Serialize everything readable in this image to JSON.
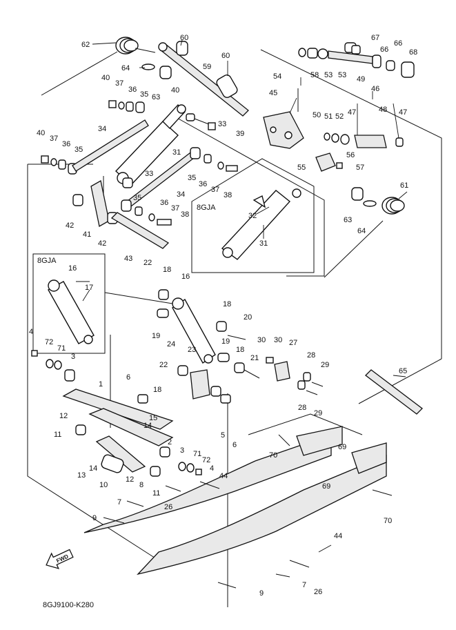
{
  "diagram": {
    "drawing_code": "8GJ9100-K280",
    "fwd_label": "FWD",
    "variant_label": "8GJA",
    "callouts": [
      "62",
      "60",
      "64",
      "63",
      "59",
      "60",
      "40",
      "37",
      "36",
      "35",
      "40",
      "34",
      "40",
      "37",
      "36",
      "35",
      "33",
      "39",
      "31",
      "33",
      "35",
      "36",
      "37",
      "38",
      "34",
      "35",
      "36",
      "37",
      "38",
      "42",
      "41",
      "42",
      "43",
      "67",
      "66",
      "66",
      "68",
      "58",
      "53",
      "53",
      "49",
      "54",
      "45",
      "50",
      "51",
      "52",
      "46",
      "47",
      "48",
      "47",
      "56",
      "55",
      "57",
      "61",
      "63",
      "64",
      "32",
      "31",
      "22",
      "18",
      "16",
      "16",
      "17",
      "18",
      "20",
      "19",
      "19",
      "18",
      "21",
      "4",
      "72",
      "71",
      "3",
      "24",
      "23",
      "22",
      "18",
      "30",
      "30",
      "27",
      "28",
      "29",
      "28",
      "29",
      "6",
      "1",
      "15",
      "14",
      "12",
      "11",
      "5",
      "6",
      "2",
      "3",
      "71",
      "72",
      "4",
      "44",
      "14",
      "13",
      "12",
      "10",
      "8",
      "11",
      "26",
      "7",
      "9",
      "69",
      "70",
      "69",
      "70",
      "44",
      "65",
      "7",
      "26",
      "9"
    ]
  },
  "icons": [
    "fwd-arrow-icon"
  ]
}
